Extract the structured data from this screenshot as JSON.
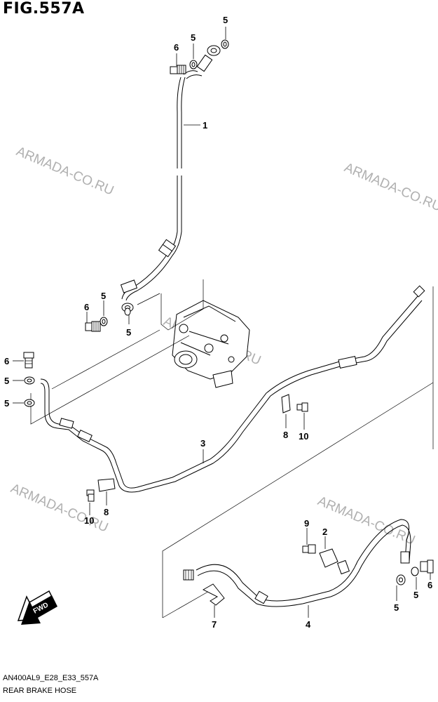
{
  "figure": {
    "title": "FIG.557A"
  },
  "footer": {
    "code": "AN400AL9_E28_E33_557A",
    "name": "REAR BRAKE HOSE"
  },
  "watermarks": [
    "ARMADA-CO.RU",
    "ARMADA-CO.RU",
    "ARMADA-CO.RU",
    "ARMADA-CO.RU",
    "ARMADA-CO.RU"
  ],
  "direction_arrow": {
    "label": "FWD"
  },
  "callouts": [
    "5",
    "5",
    "6",
    "1",
    "5",
    "6",
    "5",
    "6",
    "5",
    "5",
    "3",
    "8",
    "10",
    "10",
    "8",
    "9",
    "2",
    "5",
    "5",
    "6",
    "7",
    "4"
  ]
}
